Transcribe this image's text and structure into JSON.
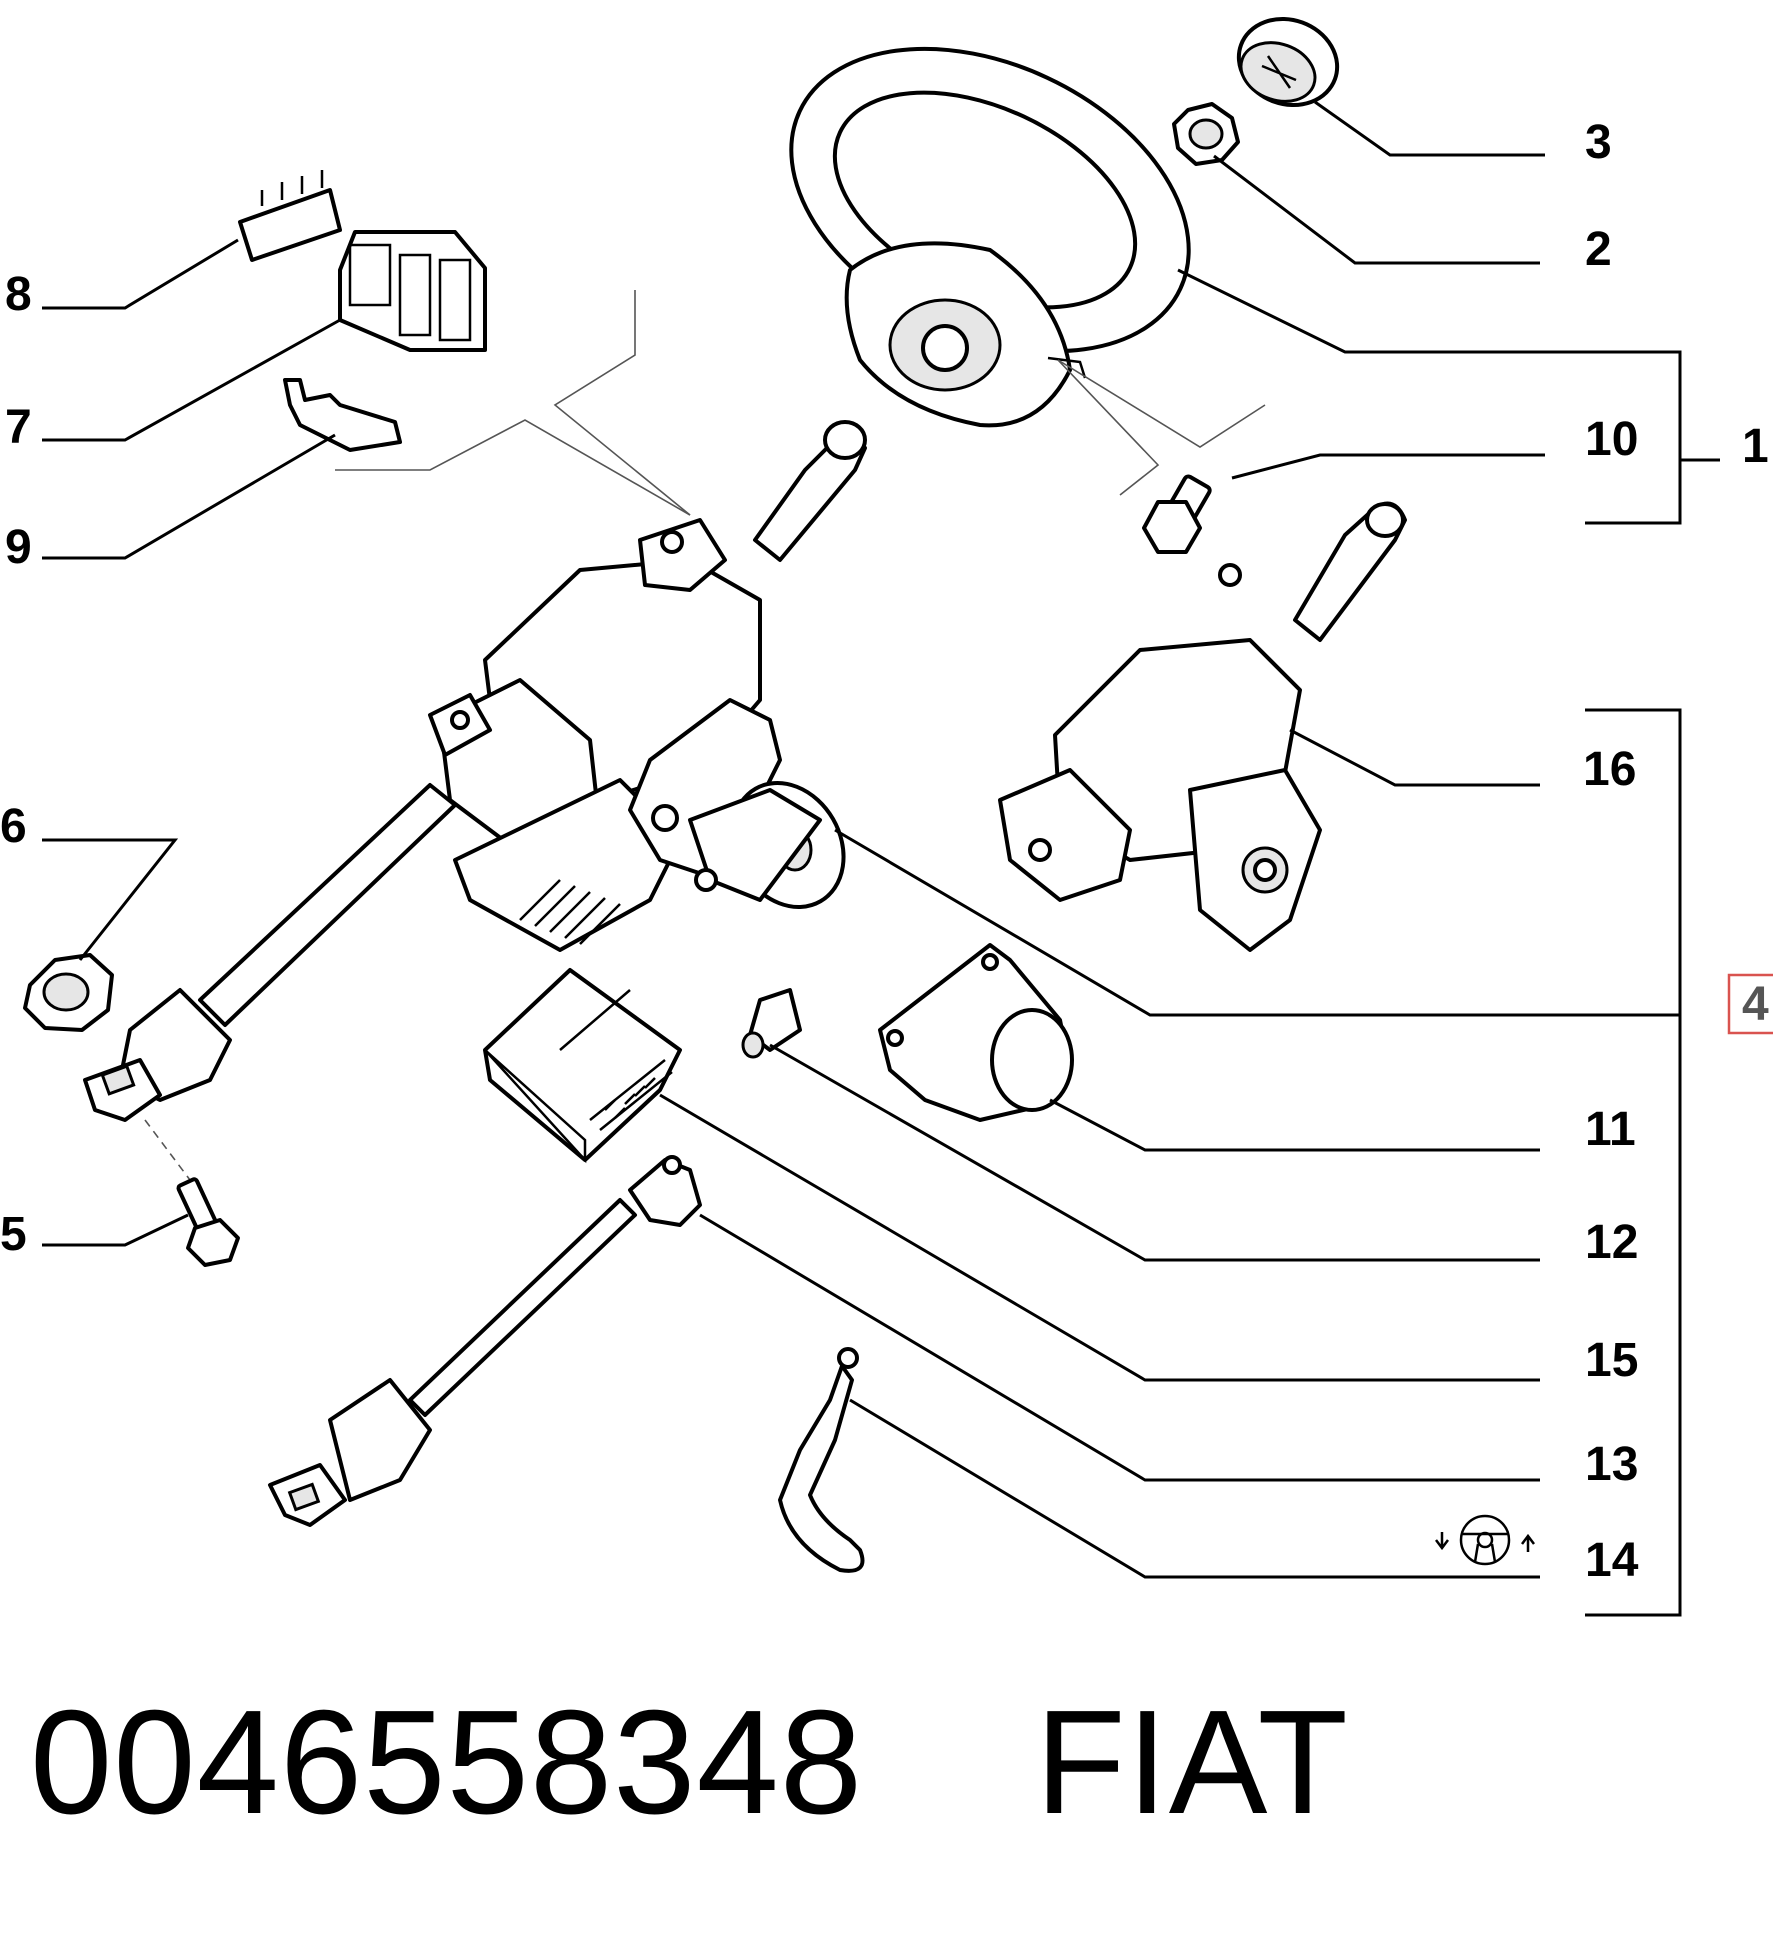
{
  "footer": {
    "part_number": "0046558348",
    "brand": "FIAT"
  },
  "callouts": [
    {
      "id": "1",
      "label": "1"
    },
    {
      "id": "2",
      "label": "2"
    },
    {
      "id": "3",
      "label": "3"
    },
    {
      "id": "4",
      "label": "4",
      "highlighted": true
    },
    {
      "id": "5",
      "label": "5"
    },
    {
      "id": "6",
      "label": "6"
    },
    {
      "id": "7",
      "label": "7"
    },
    {
      "id": "8",
      "label": "8"
    },
    {
      "id": "9",
      "label": "9"
    },
    {
      "id": "10",
      "label": "10"
    },
    {
      "id": "11",
      "label": "11"
    },
    {
      "id": "12",
      "label": "12"
    },
    {
      "id": "13",
      "label": "13"
    },
    {
      "id": "14",
      "label": "14"
    },
    {
      "id": "15",
      "label": "15"
    },
    {
      "id": "16",
      "label": "16"
    }
  ],
  "colors": {
    "highlight_border": "#d9534f",
    "highlight_text": "#555555",
    "line": "#000000"
  },
  "icons": {
    "adjustable_steering": "steering-wheel-updown-icon"
  }
}
